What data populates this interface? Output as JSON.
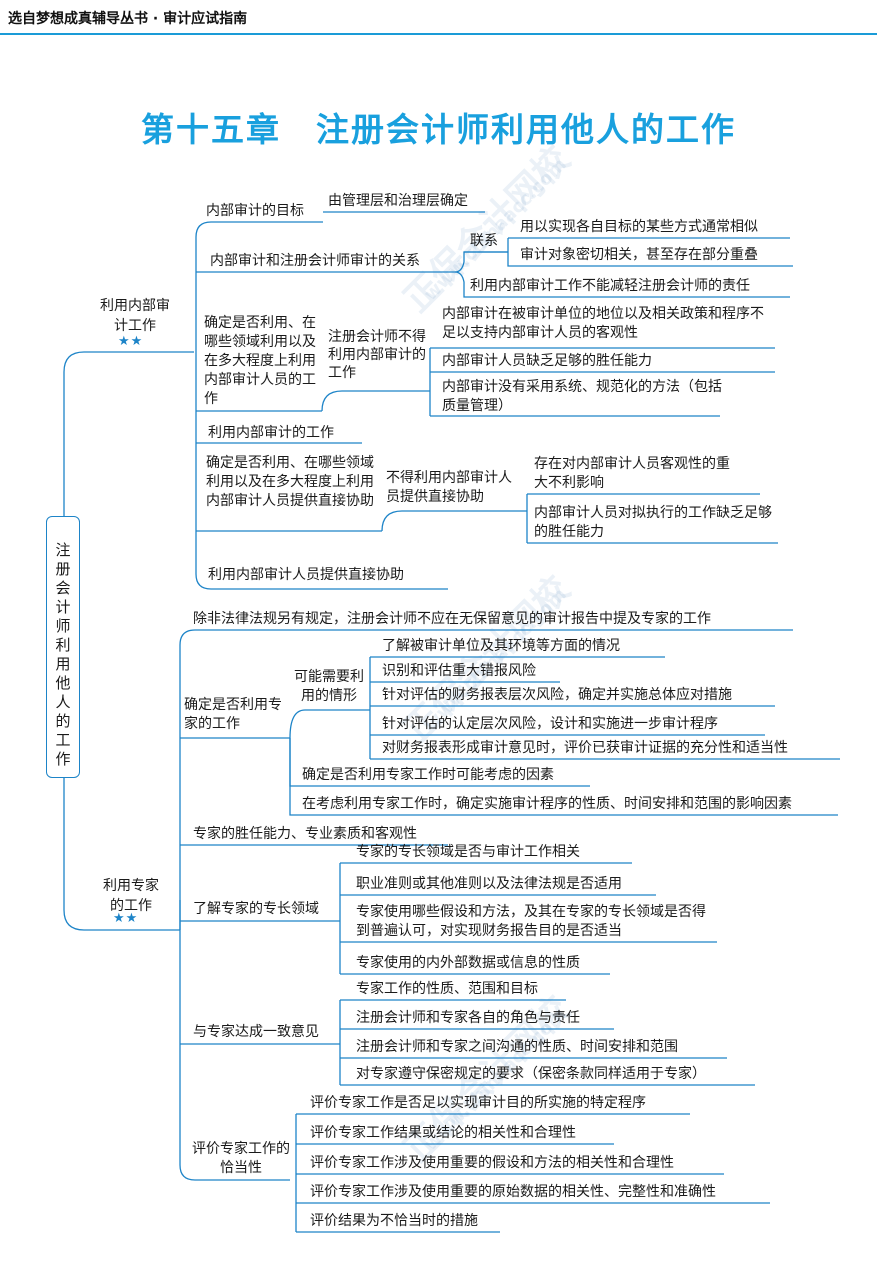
{
  "header": {
    "series": "选自梦想成真辅导丛书 · 审计应试指南"
  },
  "chapter_title": "第十五章　注册会计师利用他人的工作",
  "watermark": {
    "line1": "正保会计网校",
    "line2": "www.chinaacc.com"
  },
  "root": {
    "label": "注册会计师利用他人的工作"
  },
  "branch_internal": {
    "label": "利用内部审计工作",
    "stars": "★★",
    "goal": {
      "label": "内部审计的目标",
      "detail": "由管理层和治理层确定"
    },
    "relation": {
      "label": "内部审计和注册会计师审计的关系",
      "link_label": "联系",
      "link_items": [
        "用以实现各自目标的某些方式通常相似",
        "审计对象密切相关，甚至存在部分重叠"
      ],
      "note": "利用内部审计工作不能减轻注册会计师的责任"
    },
    "determine_use": {
      "label": "确定是否利用、在哪些领域利用以及在多大程度上利用内部审计人员的工作",
      "sub_label": "注册会计师不得利用内部审计的工作",
      "items": [
        "内部审计在被审计单位的地位以及相关政策和程序不足以支持内部审计人员的客观性",
        "内部审计人员缺乏足够的胜任能力",
        "内部审计没有采用系统、规范化的方法（包括质量管理）"
      ]
    },
    "use_work": "利用内部审计的工作",
    "direct_assist": {
      "label": "确定是否利用、在哪些领域利用以及在多大程度上利用内部审计人员提供直接协助",
      "sub_label": "不得利用内部审计人员提供直接协助",
      "items": [
        "存在对内部审计人员客观性的重大不利影响",
        "内部审计人员对拟执行的工作缺乏足够的胜任能力"
      ]
    },
    "use_assist": "利用内部审计人员提供直接协助"
  },
  "branch_expert": {
    "label": "利用专家的工作",
    "stars": "★★",
    "not_mention": "除非法律法规另有规定，注册会计师不应在无保留意见的审计报告中提及专家的工作",
    "determine": {
      "label": "确定是否利用专家的工作",
      "situations_label": "可能需要利用的情形",
      "situations": [
        "了解被审计单位及其环境等方面的情况",
        "识别和评估重大错报风险",
        "针对评估的财务报表层次风险，确定并实施总体应对措施",
        "针对评估的认定层次风险，设计和实施进一步审计程序",
        "对财务报表形成审计意见时，评价已获审计证据的充分性和适当性"
      ],
      "factors": "确定是否利用专家工作时可能考虑的因素",
      "procedures": "在考虑利用专家工作时，确定实施审计程序的性质、时间安排和范围的影响因素"
    },
    "competence": "专家的胜任能力、专业素质和客观性",
    "understand": {
      "label": "了解专家的专长领域",
      "items": [
        "专家的专长领域是否与审计工作相关",
        "职业准则或其他准则以及法律法规是否适用",
        "专家使用哪些假设和方法，及其在专家的专长领域是否得到普遍认可，对实现财务报告目的是否适当",
        "专家使用的内外部数据或信息的性质"
      ]
    },
    "agree": {
      "label": "与专家达成一致意见",
      "items": [
        "专家工作的性质、范围和目标",
        "注册会计师和专家各自的角色与责任",
        "注册会计师和专家之间沟通的性质、时间安排和范围",
        "对专家遵守保密规定的要求（保密条款同样适用于专家）"
      ]
    },
    "evaluate": {
      "label": "评价专家工作的恰当性",
      "items": [
        "评价专家工作是否足以实现审计目的所实施的特定程序",
        "评价专家工作结果或结论的相关性和合理性",
        "评价专家工作涉及使用重要的假设和方法的相关性和合理性",
        "评价专家工作涉及使用重要的原始数据的相关性、完整性和准确性",
        "评价结果为不恰当时的措施"
      ]
    }
  },
  "colors": {
    "accent": "#1d84c8",
    "title": "#19a0de"
  }
}
